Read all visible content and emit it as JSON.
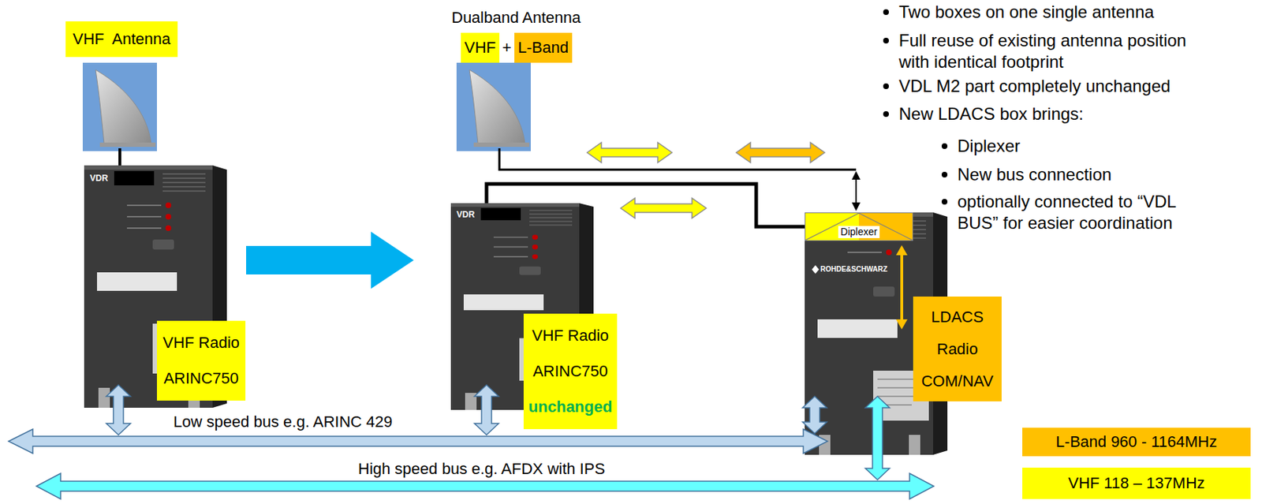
{
  "diagram": {
    "nodes": [
      {
        "text": [
          "VHF  Antenna"
        ]
      },
      {
        "text": [
          "VHF"
        ]
      },
      {
        "text": [
          "L-Band"
        ]
      },
      {
        "text": [
          "VHF Radio ARINC750"
        ]
      },
      {
        "text": [
          "VHF Radio ARINC750",
          "unchanged"
        ]
      },
      {
        "text": [
          "Diplexer"
        ]
      },
      {
        "text": [
          "LDACS Radio COM/NAV"
        ]
      }
    ],
    "labels": [
      "Dualband Antenna",
      "+",
      "Two boxes on one single antenna",
      "Full reuse of existing antenna position with identical footprint",
      "VDL M2 part completely unchanged",
      "New LDACS box brings:",
      "Diplexer",
      "New bus connection",
      "optionally connected to “VDL BUS” for easier coordination",
      "Low speed bus e.g. ARINC 429",
      "High speed bus e.g. AFDX with IPS",
      "ROHDE&SCHWARZ",
      "VDR",
      "VDR"
    ],
    "legend": [
      {
        "text": "L-Band 960 - 1164MHz",
        "color": "#ffc000"
      },
      {
        "text": "VHF 118 – 137MHz",
        "color": "#ffff00"
      }
    ]
  }
}
